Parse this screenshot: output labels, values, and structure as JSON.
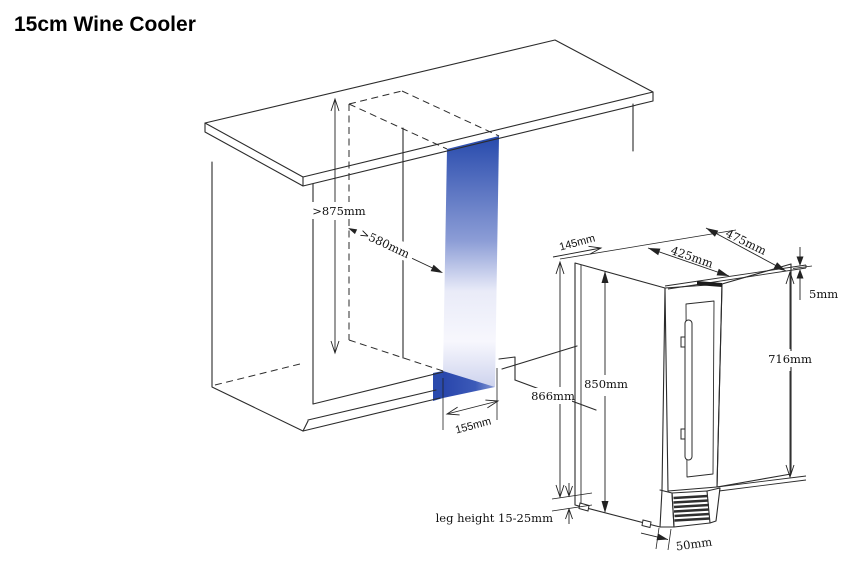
{
  "title": "15cm Wine Cooler",
  "colors": {
    "line": "#2b2b2b",
    "slot_top_blue": "#2b4dae",
    "slot_mid_light": "#e9ebf8",
    "slot_bottom_lavender": "#c9cfec",
    "slot_floor_blue": "#2946ac"
  },
  "cabinet_diagram": {
    "niche_height": ">875mm",
    "niche_depth": ">580mm",
    "niche_width": "155mm"
  },
  "unit_diagram": {
    "top_inset": "145mm",
    "depth_inner": "425mm",
    "depth_outer": "475mm",
    "top_panel": "5mm",
    "side_height": "716mm",
    "body_height": "850mm",
    "overall_height": "866mm",
    "legs": "leg height 15-25mm",
    "plinth_recess": "50mm"
  }
}
